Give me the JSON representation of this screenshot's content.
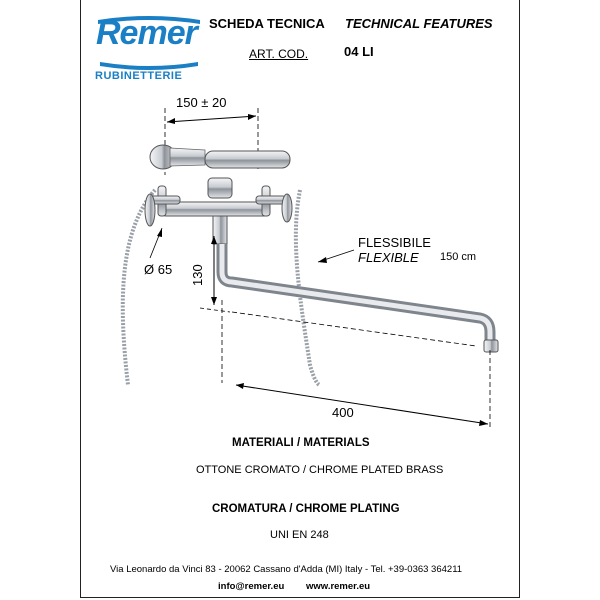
{
  "logo": {
    "brand": "Remer",
    "subtitle": "RUBINETTERIE"
  },
  "header": {
    "title_it": "SCHEDA TECNICA",
    "title_en": "TECHNICAL FEATURES",
    "art_label": "ART. COD.",
    "art_code": "04 LI"
  },
  "dimensions": {
    "spacing": "150 ± 20",
    "diameter": "Ø 65",
    "height": "130",
    "spout_length": "400"
  },
  "hose": {
    "label_it": "FLESSIBILE",
    "label_en": "FLEXIBLE",
    "length": "150 cm"
  },
  "materials": {
    "heading": "MATERIALI / MATERIALS",
    "value": "OTTONE CROMATO / CHROME PLATED BRASS"
  },
  "plating": {
    "heading": "CROMATURA / CHROME PLATING",
    "value": "UNI EN 248"
  },
  "footer": {
    "address": "Via Leonardo da Vinci 83 - 20062 Cassano d'Adda (MI) Italy - Tel. +39-0363 364211",
    "email": "info@remer.eu",
    "website": "www.remer.eu"
  },
  "colors": {
    "brand_blue": "#1a7fc4",
    "chrome": "#b8bcc2"
  }
}
